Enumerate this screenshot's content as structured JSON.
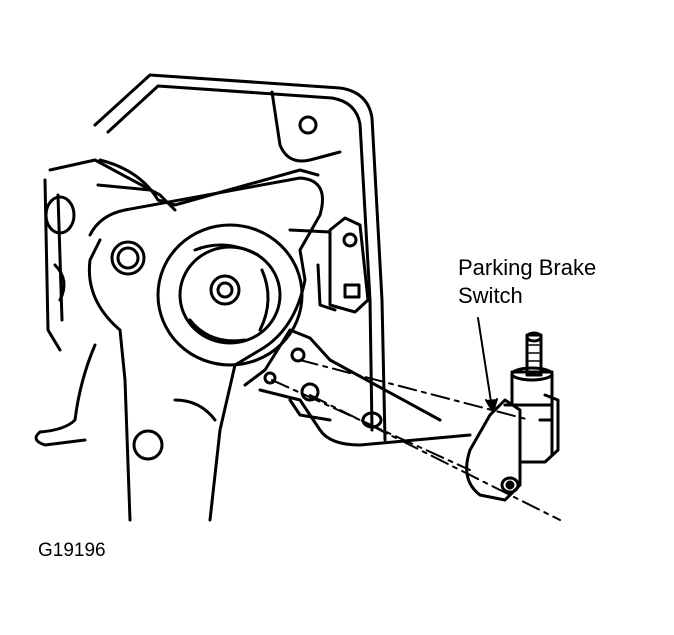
{
  "labels": {
    "callout_line1": "Parking Brake",
    "callout_line2": "Switch",
    "figure_id": "G19196"
  },
  "colors": {
    "ink": "#000000",
    "paper": "#ffffff"
  }
}
